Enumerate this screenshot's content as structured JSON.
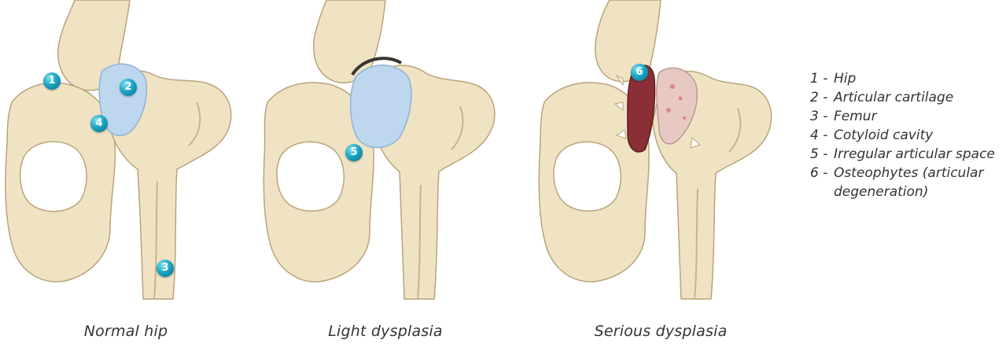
{
  "captions": {
    "normal": "Normal hip",
    "light": "Light dysplasia",
    "serious": "Serious dysplasia"
  },
  "markers": {
    "m1": "1",
    "m2": "2",
    "m3": "3",
    "m4": "4",
    "m5": "5",
    "m6": "6"
  },
  "legend": {
    "items": [
      {
        "num": "1 -",
        "label": "Hip"
      },
      {
        "num": "2 -",
        "label": "Articular cartilage"
      },
      {
        "num": "3 -",
        "label": "Femur"
      },
      {
        "num": "4 -",
        "label": "Cotyloid cavity"
      },
      {
        "num": "5 -",
        "label": "Irregular articular space"
      },
      {
        "num": "6 -",
        "label": "Osteophytes (articular degeneration)"
      }
    ]
  },
  "colors": {
    "bone": "#efe3c3",
    "bone_shadow": "#c9b48a",
    "cartilage": "#bcd7ee",
    "marker": "#1aa6c4",
    "degeneration": "#8a2f35"
  }
}
